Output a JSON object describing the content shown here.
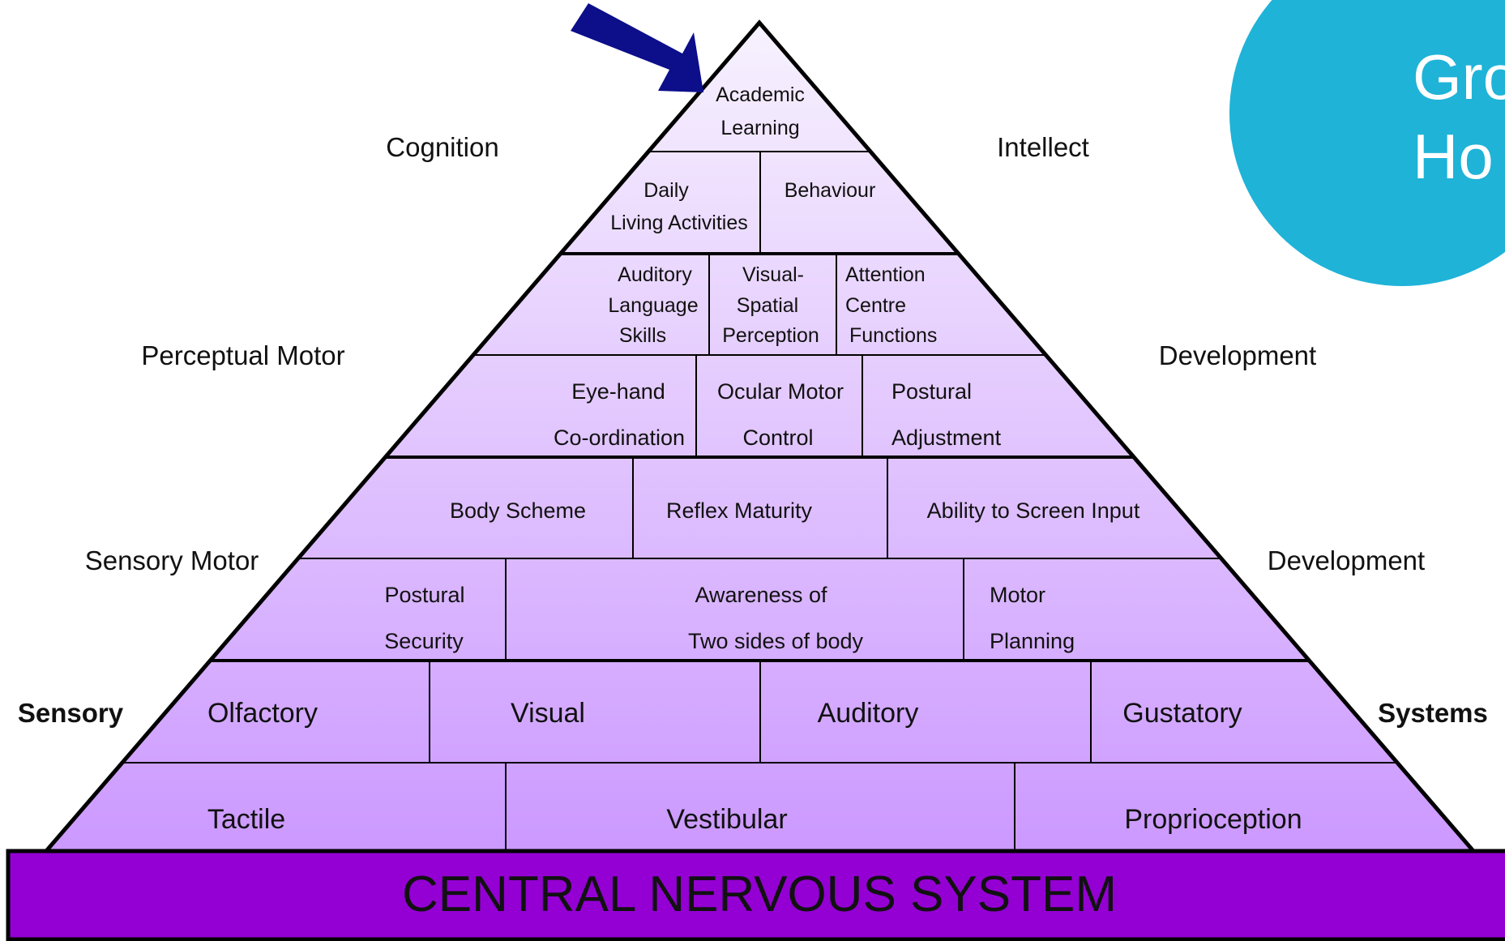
{
  "colors": {
    "arrow": "#0c0e8a",
    "base_bar": "#9400d3",
    "logo": "#1fb3d8",
    "apex": "#f7f2fe",
    "lower": "#cc99ff",
    "line": "#000000"
  },
  "logo": {
    "icon": "logo-badge",
    "text_line1": "Gro",
    "text_line2": "Ho"
  },
  "apex_arrow": {
    "icon": "arrow-pointer-icon"
  },
  "side_labels": {
    "cognition": "Cognition",
    "intellect": "Intellect",
    "perceptual_motor": "Perceptual Motor",
    "development_1": "Development",
    "sensory_motor": "Sensory Motor",
    "development_2": "Development",
    "sensory": "Sensory",
    "systems": "Systems"
  },
  "levels": {
    "academic": {
      "line1": "Academic",
      "line2": "Learning"
    },
    "daily_living": {
      "line1": "Daily",
      "line2": "Living Activities"
    },
    "behaviour": "Behaviour",
    "auditory_language": {
      "line1": "Auditory",
      "line2": "Language",
      "line3": "Skills"
    },
    "visual_spatial": {
      "line1": "Visual-",
      "line2": "Spatial",
      "line3": "Perception"
    },
    "attention": {
      "line1": "Attention",
      "line2": "Centre",
      "line3": "Functions"
    },
    "eye_hand": {
      "line1": "Eye-hand",
      "line2": "Co-ordination"
    },
    "ocular_motor": {
      "line1": "Ocular Motor",
      "line2": "Control"
    },
    "postural_adjustment": {
      "line1": "Postural",
      "line2": "Adjustment"
    },
    "body_scheme": "Body Scheme",
    "reflex_maturity": "Reflex Maturity",
    "screen_input": "Ability to Screen Input",
    "postural_security": {
      "line1": "Postural",
      "line2": "Security"
    },
    "two_sides": {
      "line1": "Awareness of",
      "line2": "Two sides of body"
    },
    "motor_planning": {
      "line1": "Motor",
      "line2": "Planning"
    },
    "olfactory": "Olfactory",
    "visual": "Visual",
    "auditory": "Auditory",
    "gustatory": "Gustatory",
    "tactile": "Tactile",
    "vestibular": "Vestibular",
    "proprioception": "Proprioception"
  },
  "base": "CENTRAL NERVOUS SYSTEM"
}
